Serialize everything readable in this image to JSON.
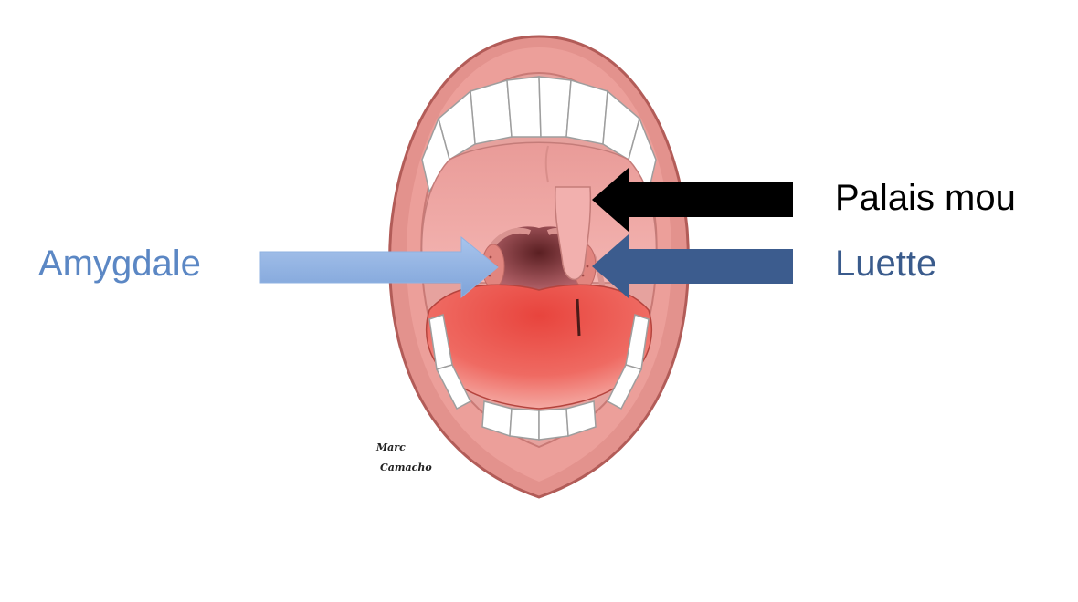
{
  "labels": {
    "amygdale": "Amygdale",
    "palais_mou": "Palais mou",
    "luette": "Luette"
  },
  "signature": {
    "line1": "Marc",
    "line2": "Camacho"
  },
  "colors": {
    "amygdale_text": "#5b87c4",
    "amygdale_arrow": "#8fb2e2",
    "palais_text": "#000000",
    "palais_arrow": "#000000",
    "luette_text": "#3a5b8c",
    "luette_arrow": "#3c5c8e",
    "lip": "#e2908a",
    "gum": "#e8a39e",
    "palate": "#f0aaa8",
    "tongue": "#e8443d",
    "tooth": "#ffffff"
  }
}
